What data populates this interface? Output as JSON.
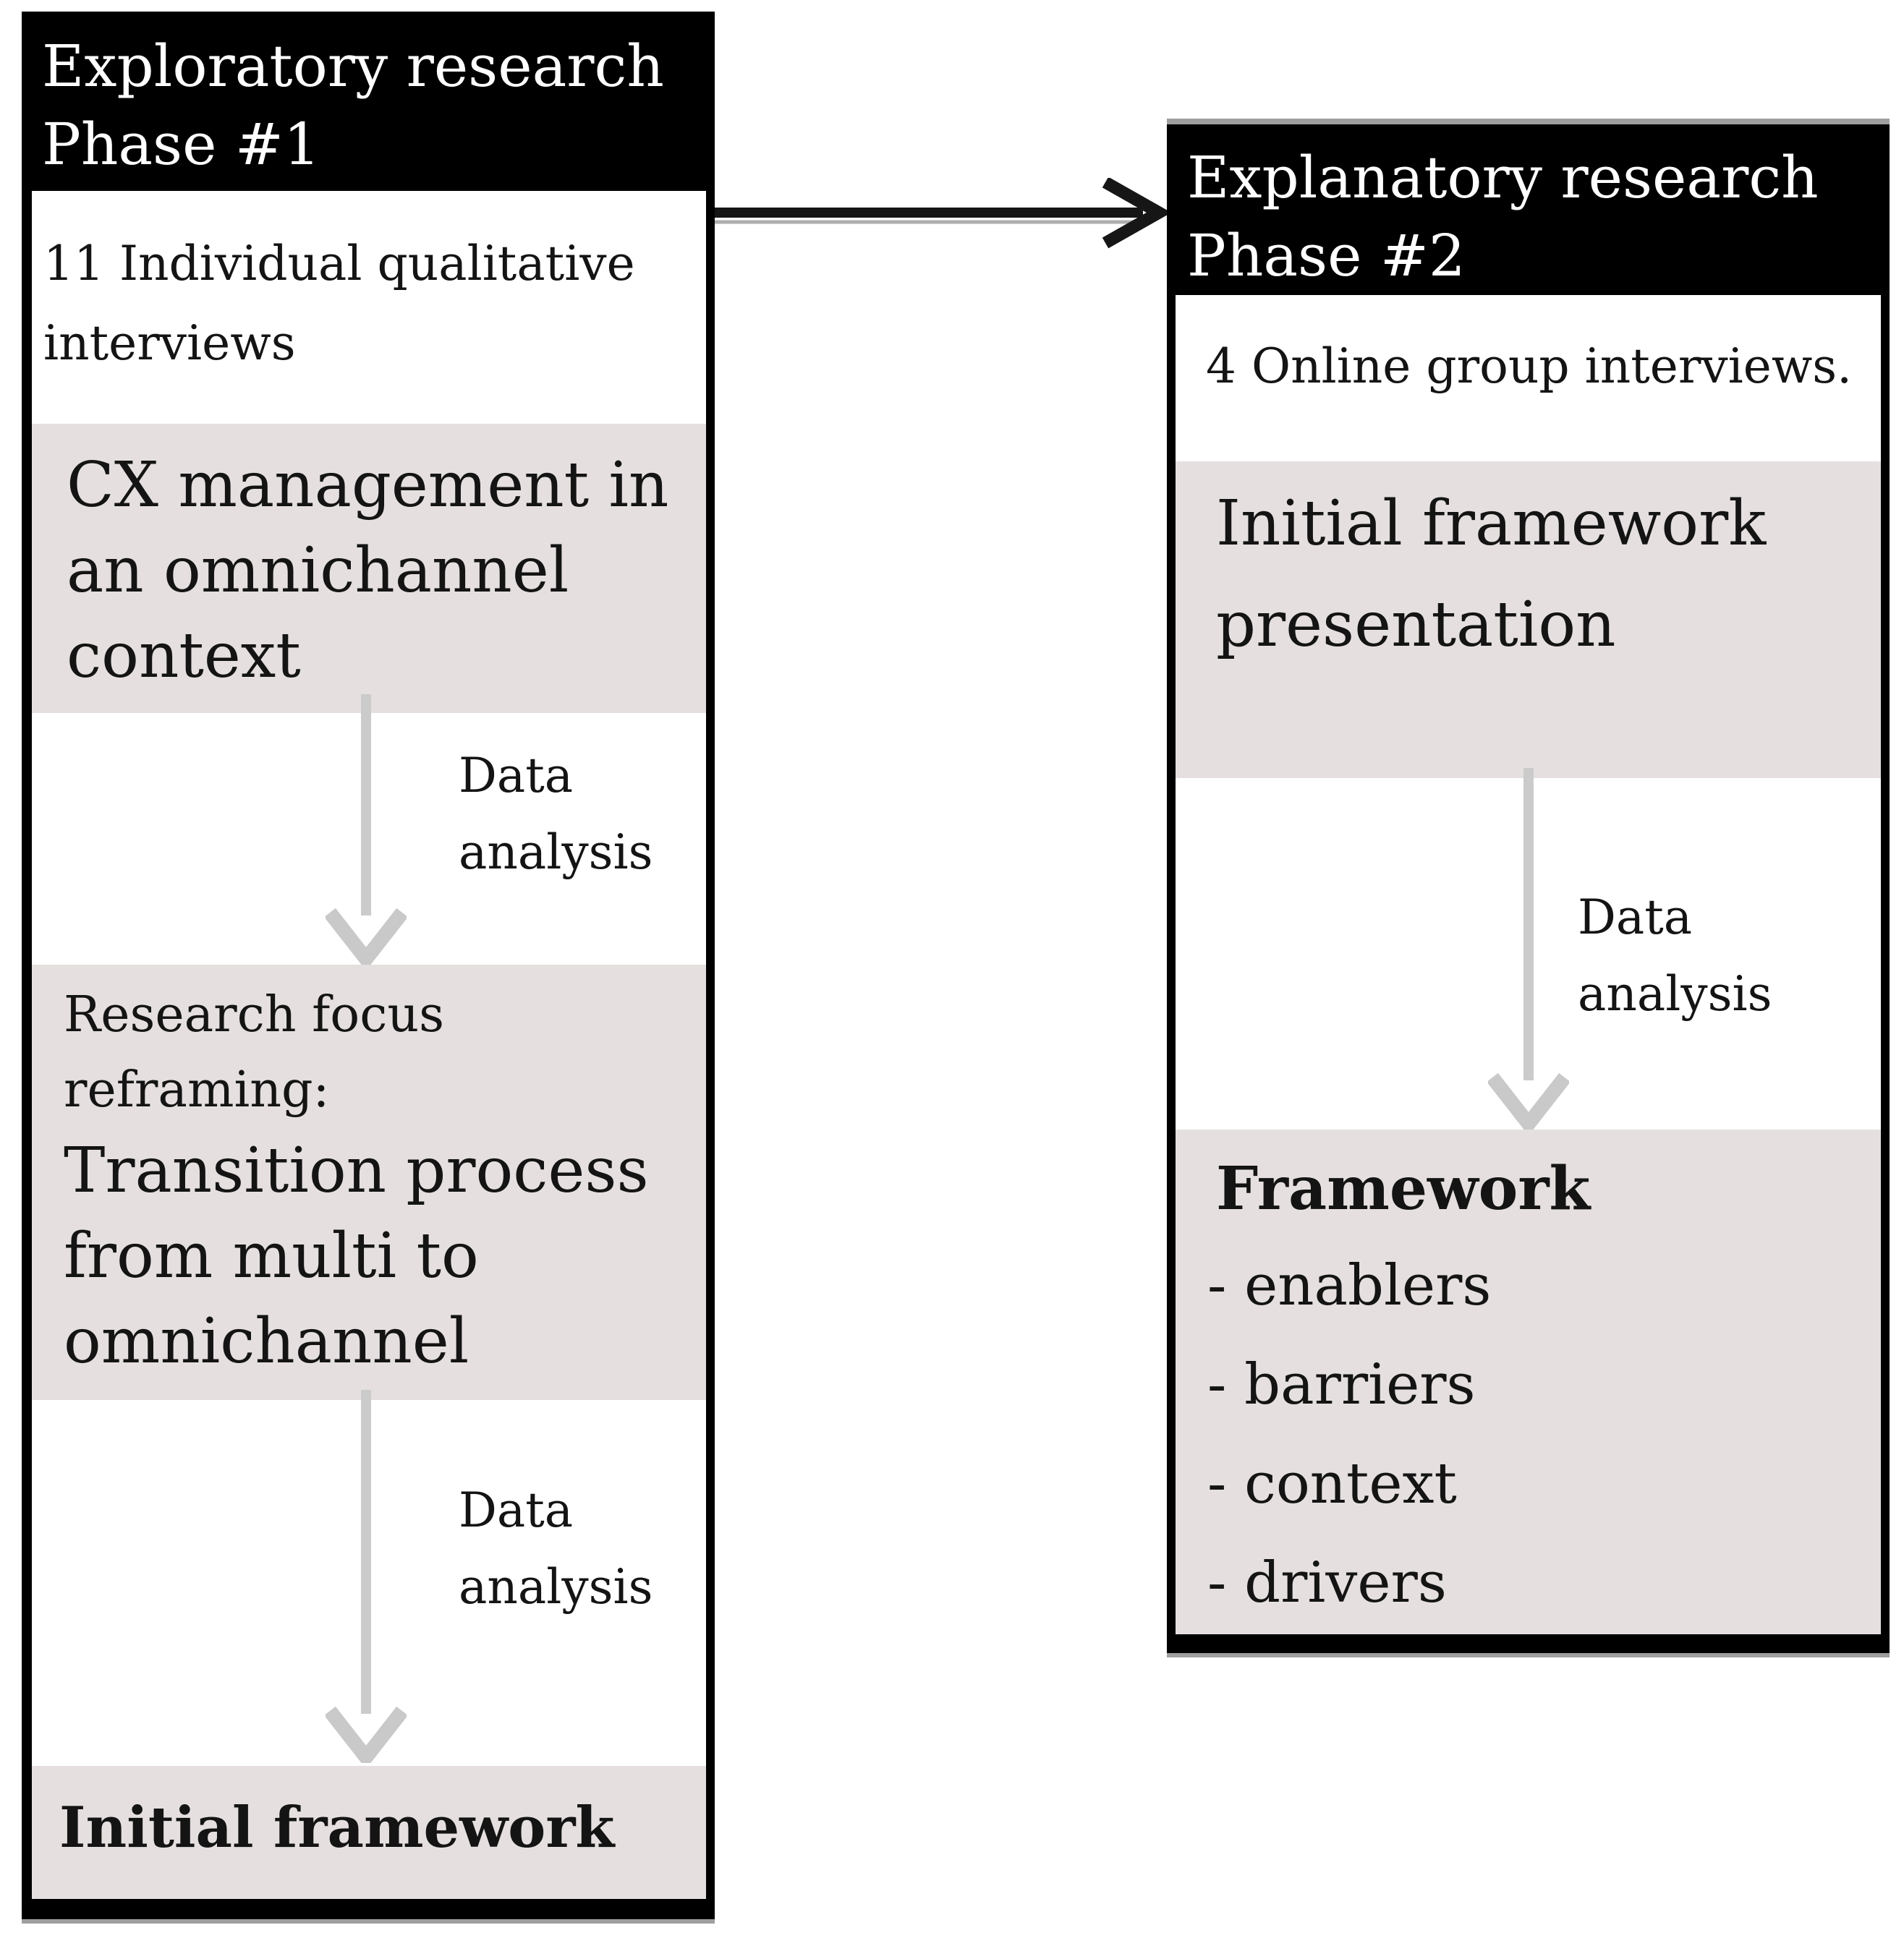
{
  "colors": {
    "panel_border": "#000000",
    "header_bg": "#000000",
    "header_text": "#ffffff",
    "step_box_bg": "#e5e0df",
    "body_text": "#141414",
    "down_arrow": "#cbcbcb",
    "connector_arrow": "#161616"
  },
  "icons": {
    "connector": "flow-arrow-right-icon",
    "process": "flow-arrow-down-icon"
  },
  "left_panel": {
    "header_lines": [
      "Exploratory research",
      "Phase #1"
    ],
    "intro_lines": [
      "11 Individual qualitative",
      "interviews"
    ],
    "box1_lines": [
      "CX management in",
      "an omnichannel",
      "context"
    ],
    "arrow1_label_lines": [
      "Data",
      "analysis"
    ],
    "box2_small_lines": [
      "Research focus",
      "reframing:"
    ],
    "box2_large_lines": [
      "Transition process",
      "from multi to",
      "omnichannel"
    ],
    "arrow2_label_lines": [
      "Data",
      "analysis"
    ],
    "box3_text": "Initial framework"
  },
  "right_panel": {
    "header_lines": [
      "Explanatory research",
      "Phase #2"
    ],
    "intro_text": "4 Online group interviews.",
    "boxA_lines": [
      "Initial framework",
      "presentation"
    ],
    "arrow_label_lines": [
      "Data",
      "analysis"
    ],
    "boxB_title": "Framework",
    "boxB_items": [
      "- enablers",
      "- barriers",
      "- context",
      "- drivers"
    ]
  }
}
